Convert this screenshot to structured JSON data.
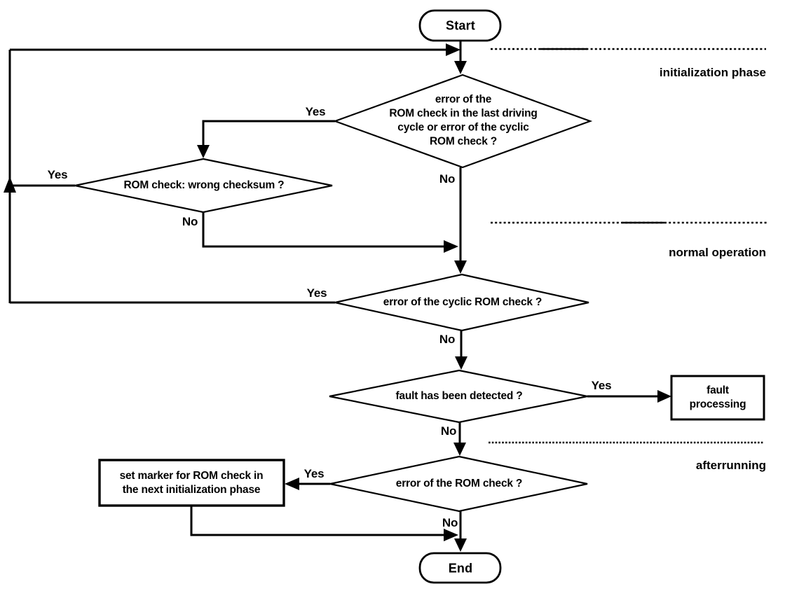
{
  "diagram": {
    "title_hint": "ROM check flowchart",
    "nodes": {
      "start": "Start",
      "decision_init_rom": "error of the\nROM check in the last driving\ncycle or error of the cyclic\nROM check ?",
      "decision_checksum": "ROM check: wrong checksum ?",
      "decision_cyclic": "error of the cyclic ROM check ?",
      "decision_fault": "fault has been detected ?",
      "decision_rom": "error of the ROM check ?",
      "process_fault": "fault\nprocessing",
      "process_marker": "set marker for ROM check in\nthe next initialization phase",
      "end": "End"
    },
    "edge_labels": {
      "yes": "Yes",
      "no": "No"
    },
    "phases": {
      "initialization": "initialization phase",
      "normal": "normal operation",
      "afterrunning": "afterrunning"
    },
    "colors": {
      "line": "#000000",
      "background": "#ffffff",
      "text": "#000000"
    }
  }
}
